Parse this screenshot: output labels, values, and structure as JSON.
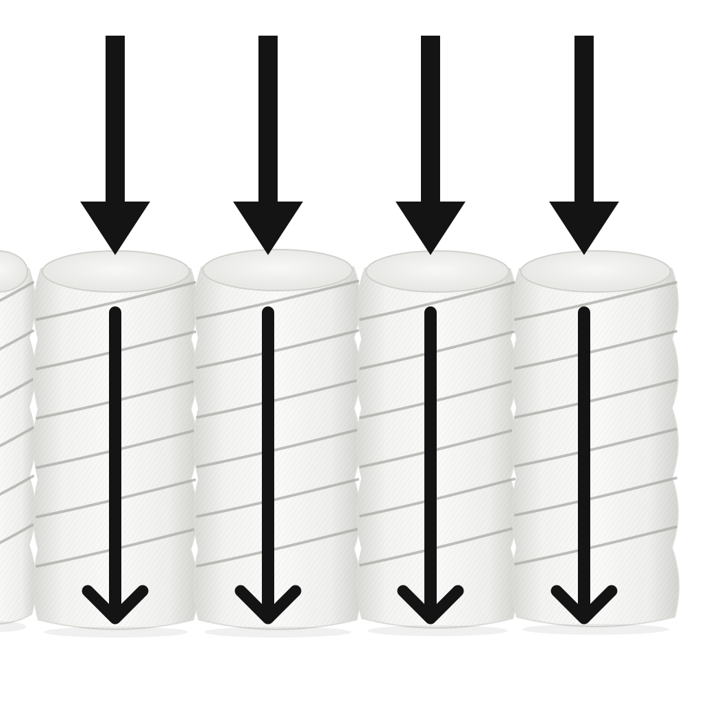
{
  "scene": {
    "subject": "pocket-springs",
    "coil_count": 5,
    "arrow_count": 4,
    "colors": {
      "background": "#ffffff",
      "fabric": "#f1f1ef",
      "fabric_shadow": "#dcdcd9",
      "fabric_highlight": "#fbfbfa",
      "seam": "#a9a9a6",
      "arrow": "#141414"
    },
    "icons": [
      "down-arrow-icon",
      "compression-arrow-icon"
    ]
  }
}
